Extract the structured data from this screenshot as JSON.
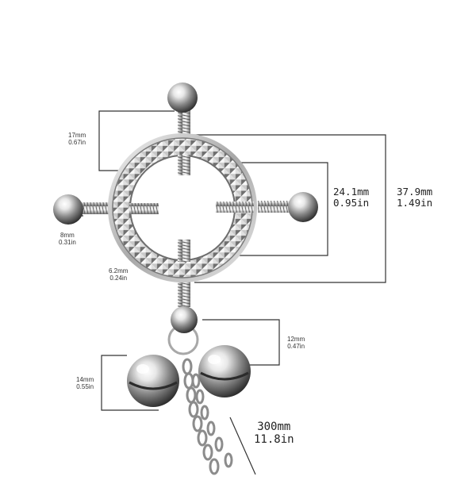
{
  "dimensions": {
    "top_screw_length": {
      "mm": "17mm",
      "in": "0.67in"
    },
    "ring_inner_diameter": {
      "mm": "24.1mm",
      "in": "0.95in"
    },
    "ring_outer_diameter": {
      "mm": "37.9mm",
      "in": "1.49in"
    },
    "screw_ball_diameter": {
      "mm": "8mm",
      "in": "0.31in"
    },
    "ring_thickness": {
      "mm": "6.2mm",
      "in": "0.24in"
    },
    "pendant_ball_size": {
      "mm": "12mm",
      "in": "0.47in"
    },
    "bell_diameter": {
      "mm": "14mm",
      "in": "0.55in"
    },
    "chain_length": {
      "mm": "300mm",
      "in": "11.8in"
    }
  },
  "colors": {
    "metal_light": "#f4f4f4",
    "metal_mid": "#b9b9b9",
    "metal_dark": "#5a5a5a",
    "dimension_line": "#333333"
  }
}
